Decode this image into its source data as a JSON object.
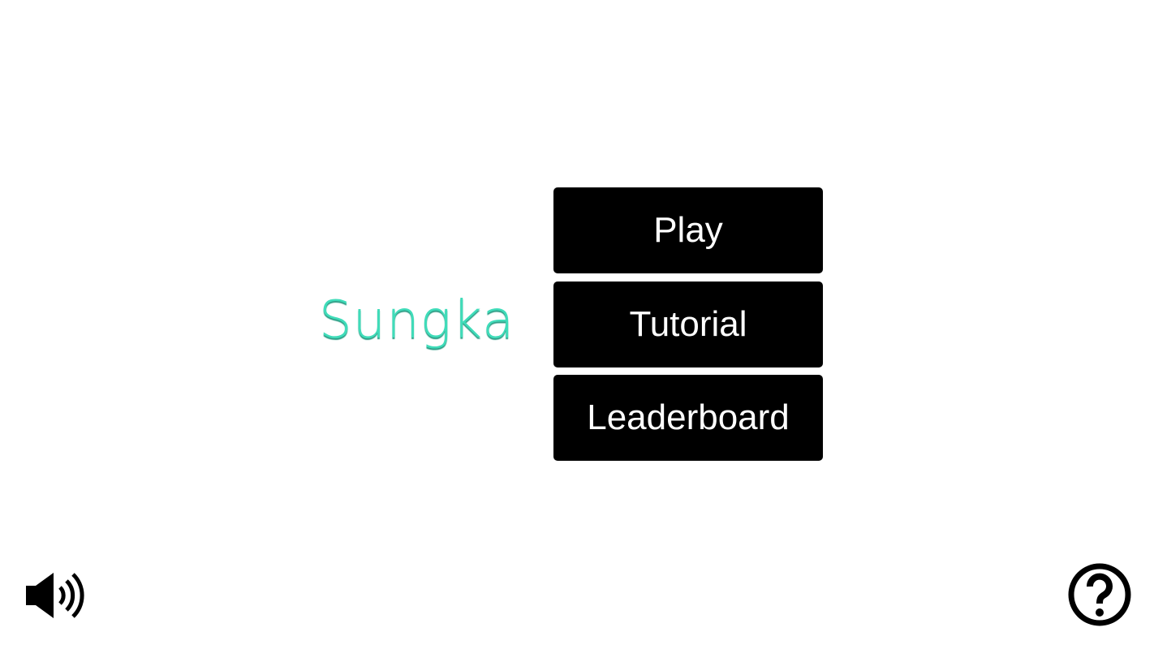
{
  "title": "Sungka",
  "menu": {
    "play": "Play",
    "tutorial": "Tutorial",
    "leaderboard": "Leaderboard"
  },
  "colors": {
    "title": "#3fdcb9",
    "button": "#000000"
  },
  "icons": {
    "sound": "speaker-icon",
    "help": "help-icon"
  }
}
